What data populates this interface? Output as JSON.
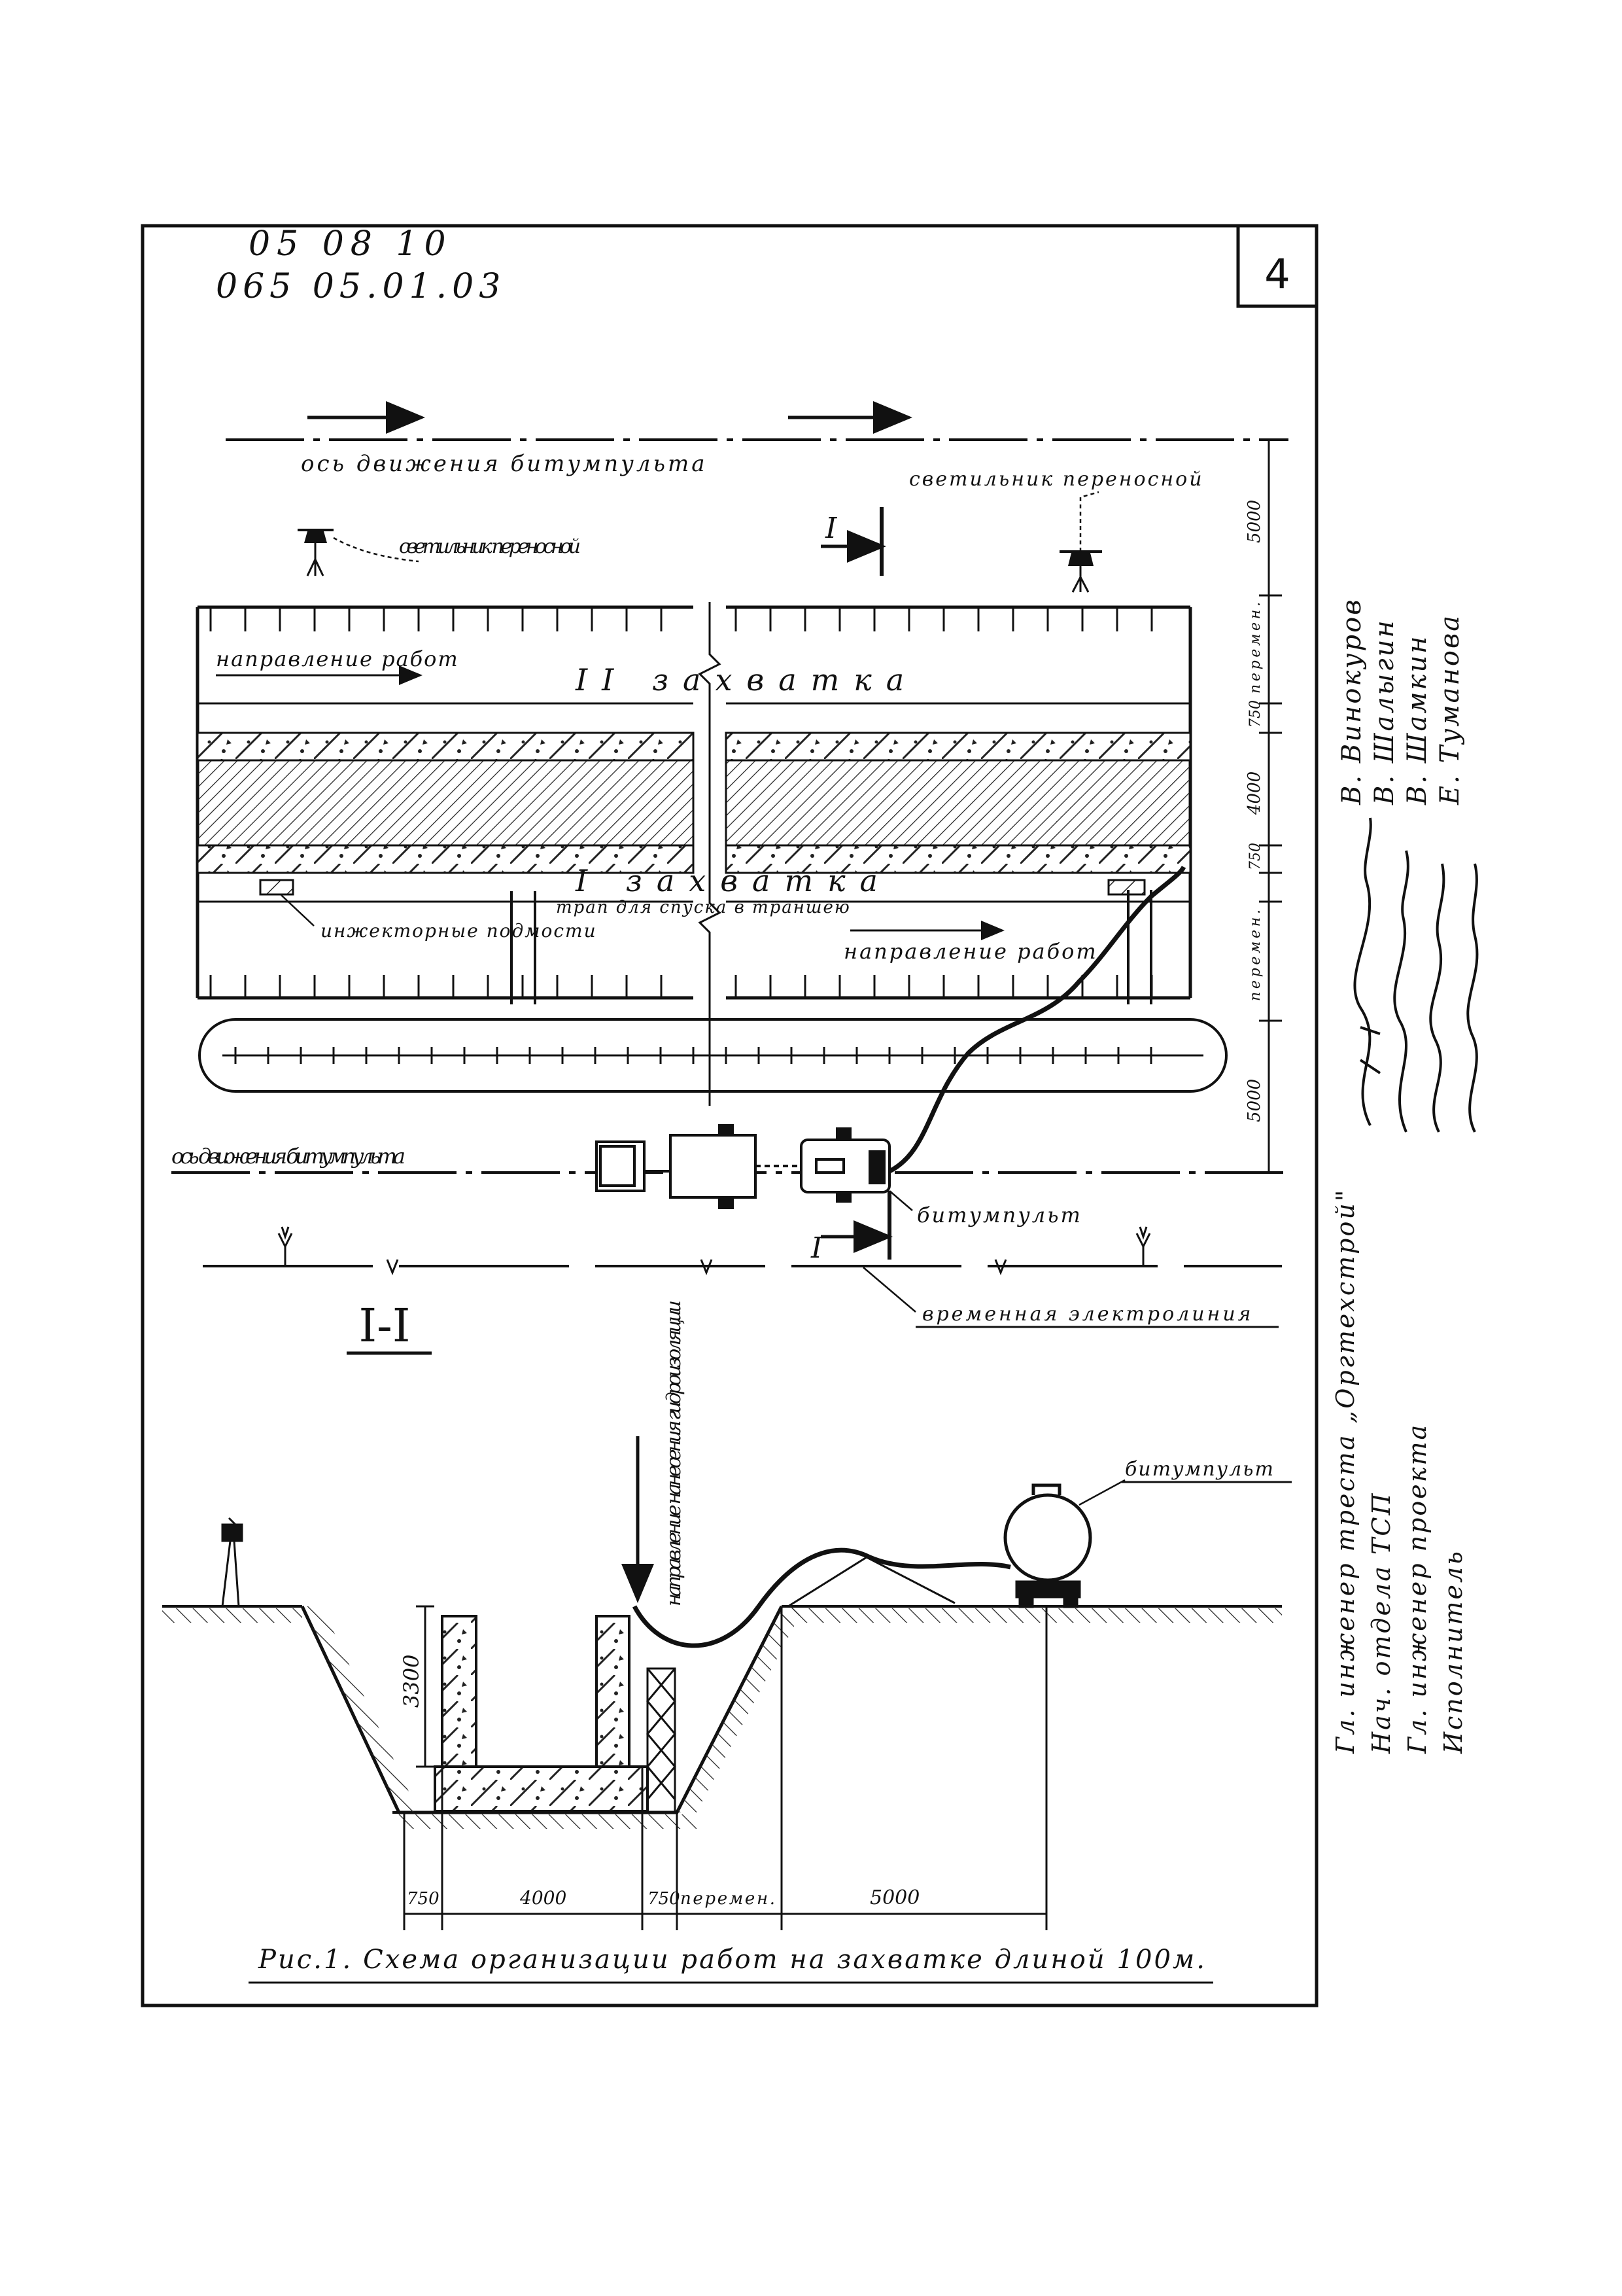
{
  "header": {
    "code_line_1": "05 08 10",
    "code_line_2": "065 05.01.03",
    "sheet_number": "4"
  },
  "plan": {
    "axis_top_label": "ось движения битумпульта",
    "lamp_label_left": "светильник переносной",
    "lamp_label_right": "светильник переносной",
    "section_marker": "I",
    "direction_top": "направление работ",
    "grip_2": "II захватка",
    "grip_1": "I захватка",
    "injector_label": "инжекторные подмости",
    "ladder_label": "трап для спуска в траншею",
    "direction_bottom": "направление работ",
    "axis_bottom_label": "ось движения битумпульта",
    "bitum_label": "битумпульт",
    "power_line_label": "временная электролиния",
    "dims": [
      "5000",
      "перемен.",
      "750",
      "4000",
      "750",
      "перемен.",
      "5000"
    ]
  },
  "section": {
    "title": "I-I",
    "direction_label": "направление нанесения гидроизоляции",
    "bitum_label": "битумпульт",
    "depth": "3300",
    "dims": [
      "750",
      "4000",
      "750",
      "перемен.",
      "5000"
    ]
  },
  "caption": "Рис.1. Схема организации работ на захватке длиной 100м.",
  "signatures": {
    "titles": [
      "Гл. инженер треста „Оргтехстрой\"",
      "Нач. отдела ТСП",
      "Гл. инженер проекта",
      "Исполнитель"
    ],
    "names": [
      "В. Винокуров",
      "В. Шалыгин",
      "В. Шамкин",
      "Е. Туманова"
    ]
  }
}
